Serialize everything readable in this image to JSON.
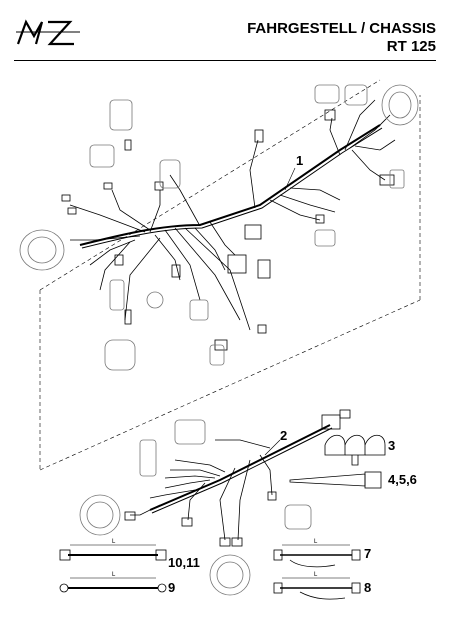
{
  "header": {
    "logo_text": "MZ",
    "title_line1": "FAHRGESTELL / CHASSIS",
    "title_line2": "RT 125"
  },
  "callouts": {
    "c1": "1",
    "c2": "2",
    "c3": "3",
    "c456": "4,5,6",
    "c7": "7",
    "c8": "8",
    "c9": "9",
    "c1011": "10,11"
  },
  "dimension_labels": {
    "length": "L"
  },
  "colors": {
    "line": "#000000",
    "part_gray": "#777777"
  }
}
